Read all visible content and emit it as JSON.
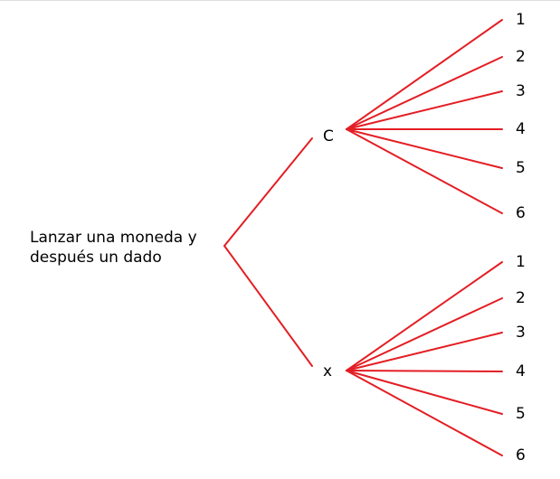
{
  "diagram": {
    "root": {
      "label_lines": [
        "Lanzar una moneda y",
        "después un dado"
      ]
    },
    "branches": [
      {
        "label": "C",
        "outcomes": [
          "1",
          "2",
          "3",
          "4",
          "5",
          "6"
        ]
      },
      {
        "label": "x",
        "outcomes": [
          "1",
          "2",
          "3",
          "4",
          "5",
          "6"
        ]
      }
    ],
    "line_color": "#e31e24"
  }
}
